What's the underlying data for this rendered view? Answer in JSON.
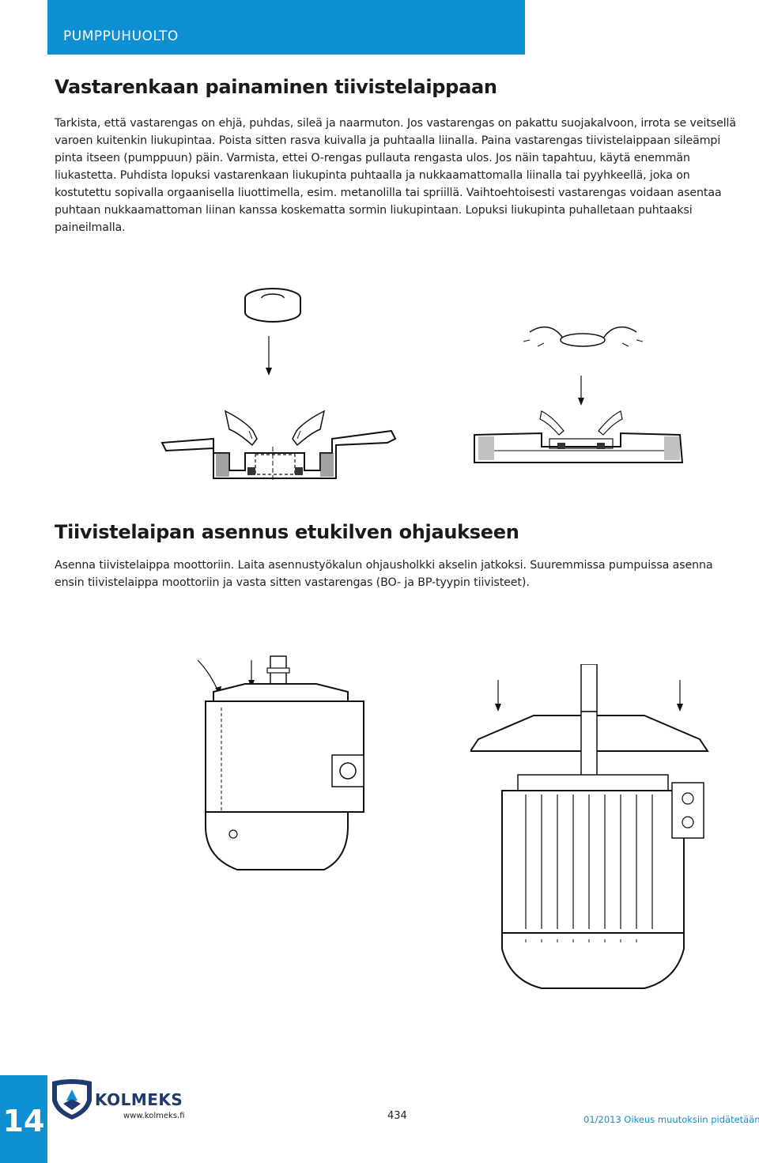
{
  "header": {
    "section": "PUMPPUHUOLTO"
  },
  "section1": {
    "heading": "Vastarenkaan painaminen tiivistelaippaan",
    "lines": [
      "Tarkista, että vastarengas on ehjä, puhdas, sileä ja naarmuton. Jos vastarengas on pakattu suojakalvoon, irrota se veitsellä",
      "varoen kuitenkin liukupintaa. Poista sitten rasva kuivalla ja puhtaalla liinalla. Paina vastarengas tiivistelaippaan sileämpi",
      "pinta itseen (pumppuun) päin. Varmista, ettei O-rengas pullauta rengasta ulos. Jos näin tapahtuu, käytä enemmän",
      "liukastetta. Puhdista lopuksi vastarenkaan liukupinta puhtaalla ja nukkaamattomalla liinalla tai pyyhkeellä, joka on",
      "kostutettu sopivalla orgaanisella liuottimella, esim. metanolilla tai spriillä. Vaihtoehtoisesti vastarengas voidaan asentaa",
      "puhtaan nukkaamattoman liinan kanssa koskematta sormin liukupintaan. Lopuksi liukupinta puhalletaan puhtaaksi",
      "paineilmalla."
    ]
  },
  "section2": {
    "heading": "Tiivistelaipan asennus etukilven ohjaukseen",
    "lines": [
      "Asenna tiivistelaippa moottoriin. Laita asennustyökalun ohjausholkki akselin jatkoksi. Suuremmissa pumpuissa asenna",
      "ensin tiivistelaippa moottoriin ja vasta sitten vastarengas (BO- ja BP-tyypin tiivisteet)."
    ]
  },
  "footer": {
    "page_number": "14",
    "brand": "KOLMEKS",
    "website": "www.kolmeks.fi",
    "page_code": "434",
    "note": "01/2013 Oikeus muutoksiin pidätetään"
  },
  "colors": {
    "accent": "#0d8fd1",
    "brand_dark": "#1d3b6e"
  },
  "icons": [
    "kolmeks-logo-icon"
  ]
}
